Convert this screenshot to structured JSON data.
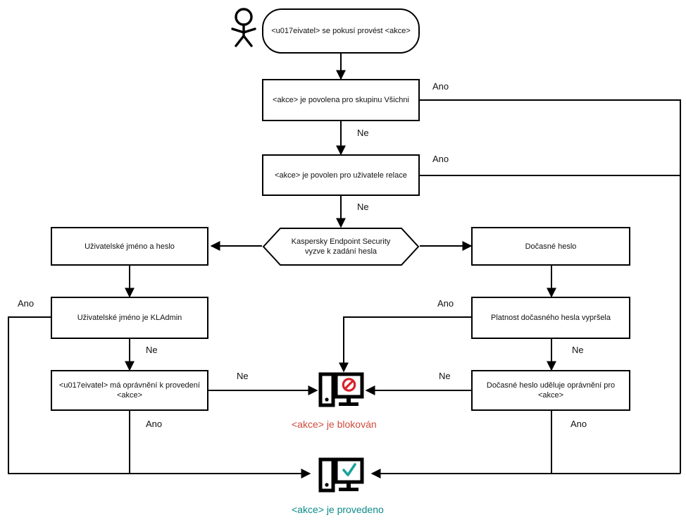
{
  "diagram": {
    "title": "Kaspersky Endpoint Security password authorization flow",
    "colors": {
      "line": "#000000",
      "text": "#111111",
      "blocked_red": "#d04a3b",
      "done_teal": "#0b8a8a",
      "prohibition_icon": "#d8232a",
      "check_icon": "#1aa39a"
    },
    "nodes": {
      "actor": {
        "icon": "user-actor-icon"
      },
      "start": {
        "text": "<u017eivatel> se pokusí provést <akce>"
      },
      "decision_all_group": {
        "text": "<akce> je povolena pro skupinu Všichni"
      },
      "decision_session_user": {
        "text": "<akce> je povolen pro uživatele relace"
      },
      "prompt_password": {
        "text": "Kaspersky Endpoint Security vyzve k zadání hesla"
      },
      "username_password": {
        "text": "Uživatelské jméno a heslo"
      },
      "temporary_password": {
        "text": "Dočasné heslo"
      },
      "username_is_kladmin": {
        "text": "Uživatelské jméno je KLAdmin"
      },
      "temp_password_expired": {
        "text": "Platnost dočasného hesla vypršela"
      },
      "user_has_permission": {
        "text": "<u017eivatel> má oprávnění k provedení <akce>"
      },
      "temp_password_grants": {
        "text": "Dočasné heslo uděluje oprávnění pro <akce>"
      },
      "blocked": {
        "icon": "monitor-blocked-icon",
        "label": "<akce> je blokován"
      },
      "performed": {
        "icon": "monitor-check-icon",
        "label": "<akce> je provedeno"
      }
    },
    "edge_labels": {
      "yes_all_group": "Ano",
      "no_all_group": "Ne",
      "yes_session_user": "Ano",
      "no_session_user": "Ne",
      "yes_kladmin": "Ano",
      "no_kladmin": "Ne",
      "no_user_permission": "Ne",
      "yes_user_permission": "Ano",
      "yes_temp_expired": "Ano",
      "no_temp_expired": "Ne",
      "no_temp_grants": "Ne",
      "yes_temp_grants": "Ano"
    }
  }
}
